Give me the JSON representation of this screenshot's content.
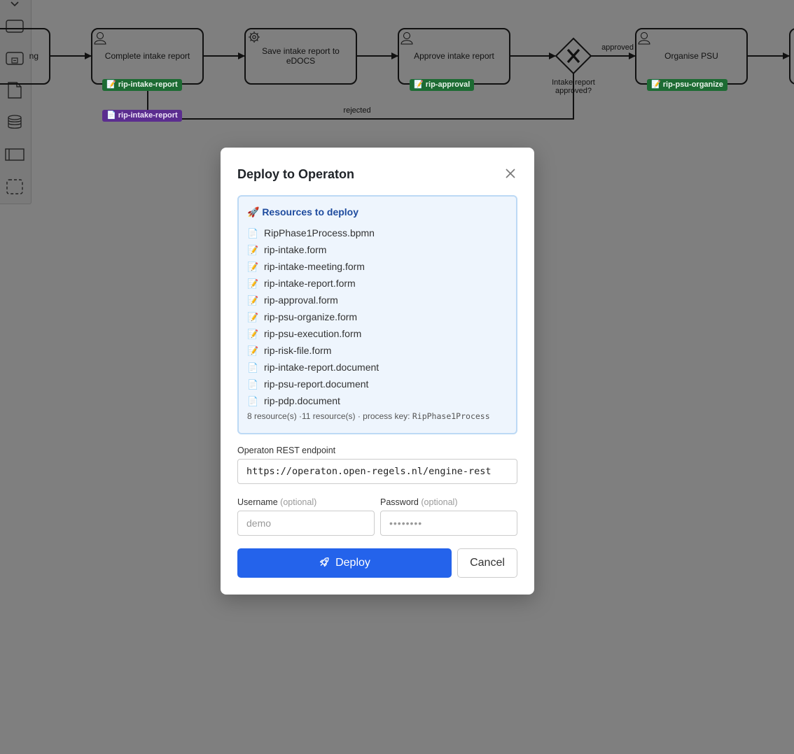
{
  "toolbar": {
    "tools": [
      "chevron-down-icon",
      "task-tool-icon",
      "subprocess-tool-icon",
      "data-object-tool-icon",
      "data-store-tool-icon",
      "pool-tool-icon",
      "group-tool-icon"
    ]
  },
  "diagram": {
    "tasks": [
      {
        "label": "ng",
        "type": "user"
      },
      {
        "label": "Complete intake report",
        "type": "user",
        "tag": "📝 rip-intake-report"
      },
      {
        "label": "Save intake report to eDOCS",
        "type": "service"
      },
      {
        "label": "Approve intake report",
        "type": "user",
        "tag": "📝 rip-approval"
      },
      {
        "label": "Organise PSU",
        "type": "user",
        "tag": "📝 rip-psu-organize"
      }
    ],
    "gateway": {
      "label": "Intake report approved?"
    },
    "doc_tag": "📄 rip-intake-report",
    "edge_approved": "approved",
    "edge_rejected": "rejected"
  },
  "modal": {
    "title": "Deploy to Operaton",
    "resources_header": "🚀 Resources to deploy",
    "resources": [
      {
        "icon": "📄",
        "name": "RipPhase1Process.bpmn"
      },
      {
        "icon": "📝",
        "name": "rip-intake.form"
      },
      {
        "icon": "📝",
        "name": "rip-intake-meeting.form"
      },
      {
        "icon": "📝",
        "name": "rip-intake-report.form"
      },
      {
        "icon": "📝",
        "name": "rip-approval.form"
      },
      {
        "icon": "📝",
        "name": "rip-psu-organize.form"
      },
      {
        "icon": "📝",
        "name": "rip-psu-execution.form"
      },
      {
        "icon": "📝",
        "name": "rip-risk-file.form"
      },
      {
        "icon": "📄",
        "name": "rip-intake-report.document"
      },
      {
        "icon": "📄",
        "name": "rip-psu-report.document"
      },
      {
        "icon": "📄",
        "name": "rip-pdp.document"
      }
    ],
    "summary_text": "8 resource(s) ·11 resource(s) · process key: ",
    "process_key": "RipPhase1Process",
    "endpoint_label": "Operaton REST endpoint",
    "endpoint_value": "https://operaton.open-regels.nl/engine-rest",
    "username_label": "Username",
    "password_label": "Password",
    "optional_label": "(optional)",
    "username_placeholder": "demo",
    "password_placeholder": "••••••••",
    "deploy_label": "Deploy",
    "cancel_label": "Cancel"
  }
}
